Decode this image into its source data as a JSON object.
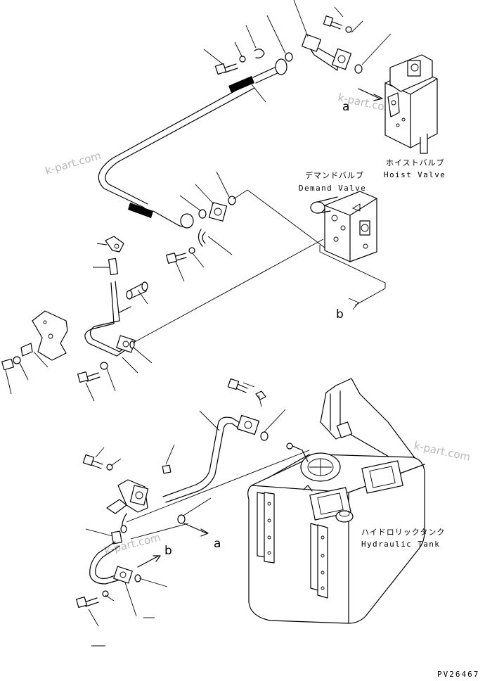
{
  "labels": {
    "hoist_valve_jp": "ホイストバルブ",
    "hoist_valve_en": "Hoist Valve",
    "demand_valve_jp": "デマンドバルブ",
    "demand_valve_en": "Demand Valve",
    "hydraulic_tank_jp": "ハイドロリックタンク",
    "hydraulic_tank_en": "Hydraulic Tank"
  },
  "references": {
    "a_top": "a",
    "a_bottom": "a",
    "b_middle": "b",
    "b_bottom": "b"
  },
  "watermarks": [
    "k-part.com",
    "k-part.com",
    "k-part.com",
    "k-part.com"
  ],
  "document_number": "PV26467"
}
